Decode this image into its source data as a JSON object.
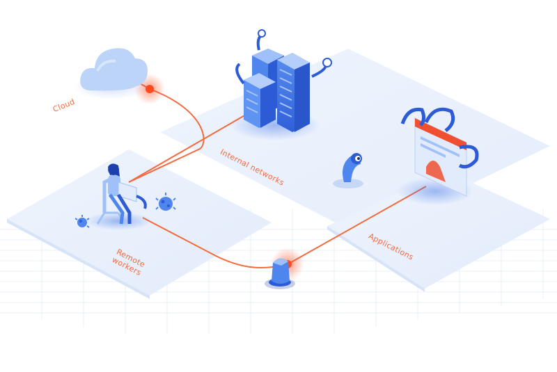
{
  "labels": {
    "cloud": "Cloud",
    "internal_networks": "Internal networks",
    "remote_workers_line1": "Remote",
    "remote_workers_line2": "workers",
    "applications": "Applications"
  },
  "colors": {
    "platform": "#e8f0fc",
    "platform_edge": "#d7e4f8",
    "grid": "#e9eff9",
    "accent": "#f26a3d",
    "node": "#ff4a1f",
    "blue_dark": "#2d5bd6",
    "blue_mid": "#4f86ee",
    "blue_light": "#9fc0f8",
    "cloud": "#bcd4f7"
  },
  "icons": {
    "cloud": "cloud-icon",
    "servers": "server-building-icon",
    "worker": "remote-worker-icon",
    "browser": "browser-window-icon",
    "shield": "shield-icon",
    "periscope": "periscope-monster-icon",
    "virus": "virus-icon"
  }
}
